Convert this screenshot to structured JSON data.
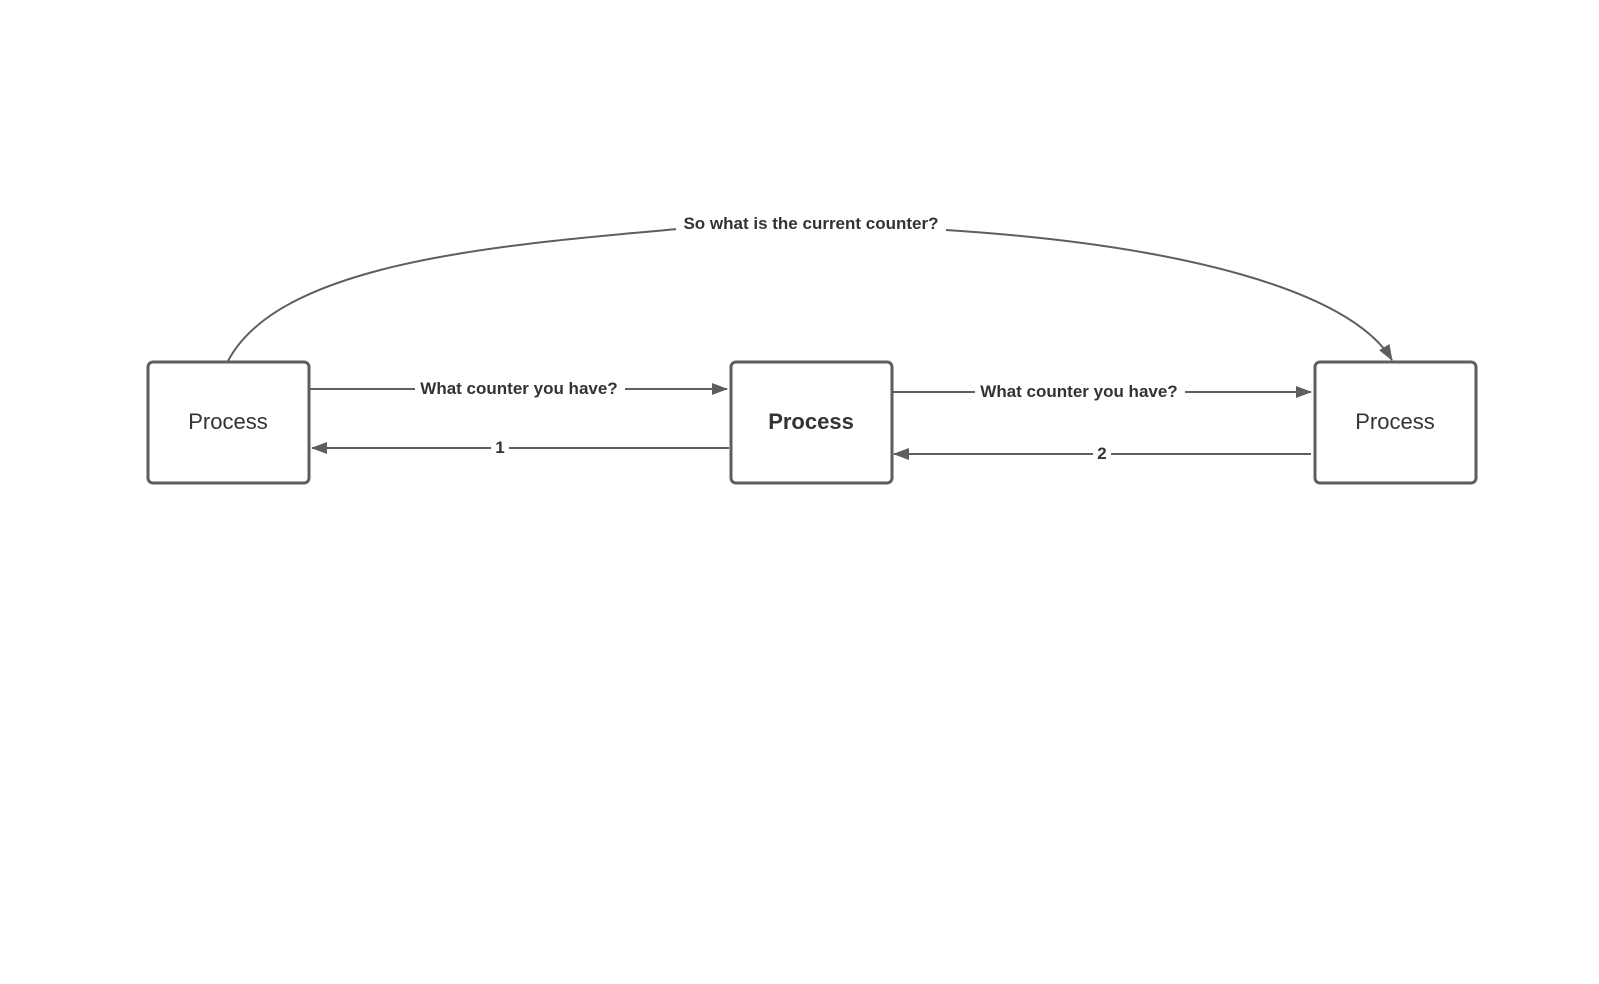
{
  "diagram": {
    "stroke_color": "#5e5e5e",
    "text_color": "#333333",
    "background": "#ffffff",
    "nodes": [
      {
        "id": "left",
        "label": "Process",
        "bold": false
      },
      {
        "id": "center",
        "label": "Process",
        "bold": true
      },
      {
        "id": "right",
        "label": "Process",
        "bold": false
      }
    ],
    "edges": [
      {
        "id": "left-to-center",
        "from": "left",
        "to": "center",
        "label": "What counter you have?"
      },
      {
        "id": "center-to-left",
        "from": "center",
        "to": "left",
        "label": "1"
      },
      {
        "id": "center-to-right",
        "from": "center",
        "to": "right",
        "label": "What counter you have?"
      },
      {
        "id": "right-to-center",
        "from": "right",
        "to": "center",
        "label": "2"
      },
      {
        "id": "left-to-right",
        "from": "left",
        "to": "right",
        "label": "So what is the current counter?"
      }
    ]
  }
}
